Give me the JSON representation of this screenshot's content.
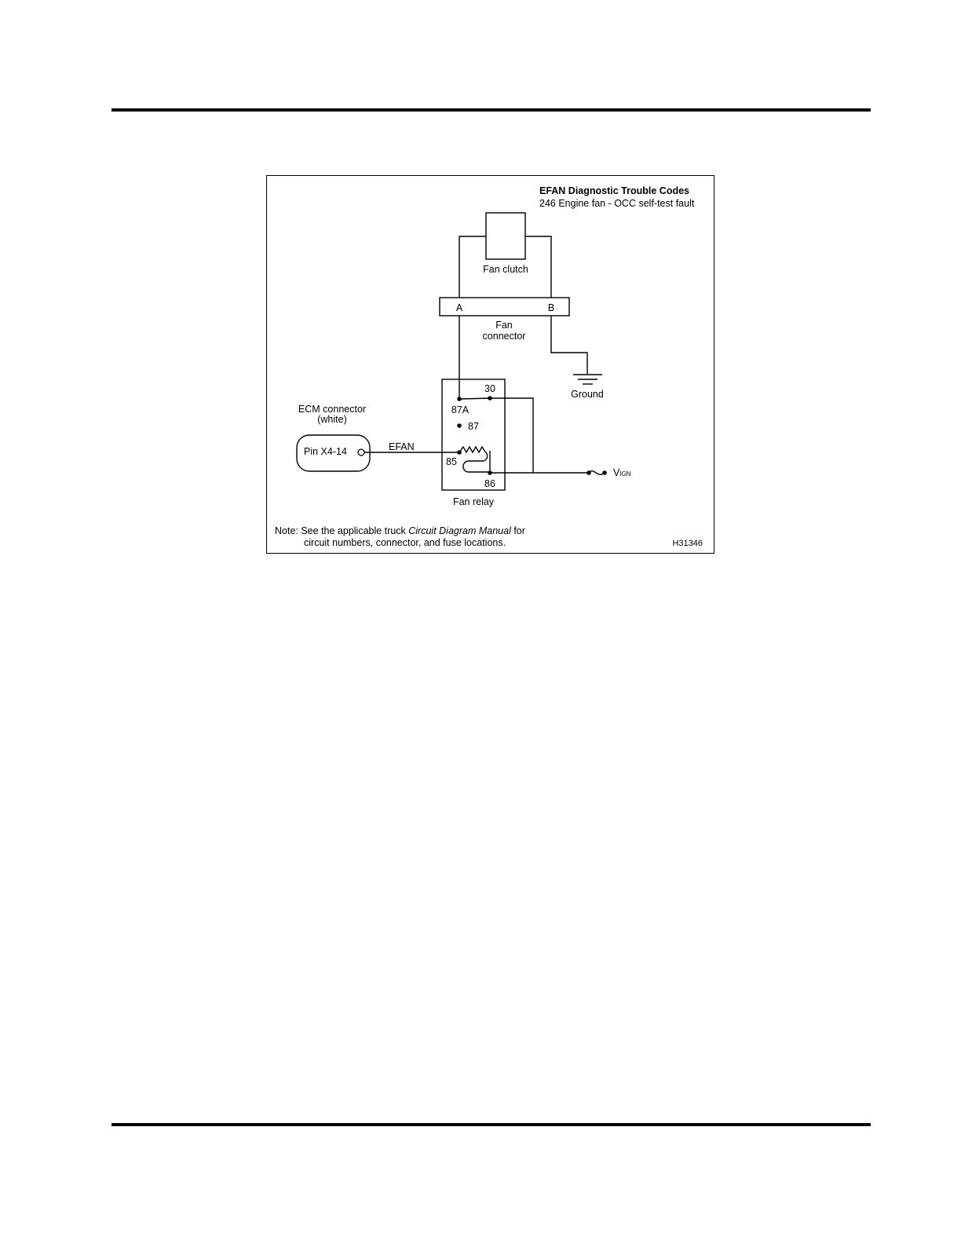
{
  "header": {
    "title_line": "EFAN Diagnostic Trouble Codes",
    "code_line": "246 Engine fan - OCC self-test fault"
  },
  "fan_clutch": {
    "label": "Fan clutch"
  },
  "fan_connector": {
    "pin_a": "A",
    "pin_b": "B",
    "label_line1": "Fan",
    "label_line2": "connector"
  },
  "ground": {
    "label": "Ground"
  },
  "ecm": {
    "label_line1": "ECM connector",
    "label_line2": "(white)",
    "pin_label": "Pin X4-14",
    "wire_label": "EFAN"
  },
  "relay": {
    "label": "Fan relay",
    "terminal_30": "30",
    "terminal_87a": "87A",
    "terminal_87": "87",
    "terminal_85": "85",
    "terminal_86": "86"
  },
  "vign": {
    "main": "V",
    "subscript": "IGN"
  },
  "note": {
    "prefix": "Note: See the applicable truck ",
    "manual": "Circuit Diagram Manual",
    "suffix": " for",
    "line2": "circuit numbers, connector, and fuse locations."
  },
  "figure_id": "H31346"
}
